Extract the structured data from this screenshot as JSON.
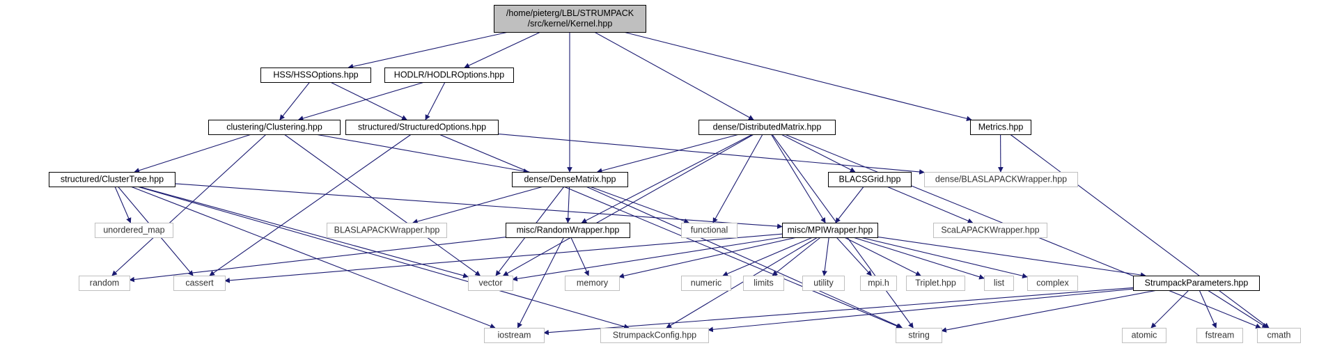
{
  "diagram": {
    "colors": {
      "root_fill": "#bfbfbf",
      "node_fill": "#ffffff",
      "node_stroke": "#000000",
      "external_stroke": "#bfbfbf",
      "edge": "#191970"
    },
    "nodes": [
      {
        "id": "kernel",
        "label_lines": [
          "/home/pieterg/LBL/STRUMPACK",
          "/src/kernel/Kernel.hpp"
        ],
        "kind": "root"
      },
      {
        "id": "hssoptions",
        "label_lines": [
          "HSS/HSSOptions.hpp"
        ],
        "kind": "doc"
      },
      {
        "id": "hodlroptions",
        "label_lines": [
          "HODLR/HODLROptions.hpp"
        ],
        "kind": "doc"
      },
      {
        "id": "distmatrix",
        "label_lines": [
          "dense/DistributedMatrix.hpp"
        ],
        "kind": "doc"
      },
      {
        "id": "metrics",
        "label_lines": [
          "Metrics.hpp"
        ],
        "kind": "doc"
      },
      {
        "id": "clustering",
        "label_lines": [
          "clustering/Clustering.hpp"
        ],
        "kind": "doc"
      },
      {
        "id": "structopts",
        "label_lines": [
          "structured/StructuredOptions.hpp"
        ],
        "kind": "doc"
      },
      {
        "id": "densematrix",
        "label_lines": [
          "dense/DenseMatrix.hpp"
        ],
        "kind": "doc"
      },
      {
        "id": "blacsgrid",
        "label_lines": [
          "BLACSGrid.hpp"
        ],
        "kind": "doc"
      },
      {
        "id": "denseblaslapack",
        "label_lines": [
          "dense/BLASLAPACKWrapper.hpp"
        ],
        "kind": "ext"
      },
      {
        "id": "clustertree",
        "label_lines": [
          "structured/ClusterTree.hpp"
        ],
        "kind": "doc"
      },
      {
        "id": "unordered_map",
        "label_lines": [
          "unordered_map"
        ],
        "kind": "ext"
      },
      {
        "id": "blaslapack",
        "label_lines": [
          "BLASLAPACKWrapper.hpp"
        ],
        "kind": "ext"
      },
      {
        "id": "randomwrapper",
        "label_lines": [
          "misc/RandomWrapper.hpp"
        ],
        "kind": "doc"
      },
      {
        "id": "functional",
        "label_lines": [
          "functional"
        ],
        "kind": "ext"
      },
      {
        "id": "mpiwrapper",
        "label_lines": [
          "misc/MPIWrapper.hpp"
        ],
        "kind": "doc"
      },
      {
        "id": "scalapack",
        "label_lines": [
          "ScaLAPACKWrapper.hpp"
        ],
        "kind": "ext"
      },
      {
        "id": "random",
        "label_lines": [
          "random"
        ],
        "kind": "ext"
      },
      {
        "id": "cassert",
        "label_lines": [
          "cassert"
        ],
        "kind": "ext"
      },
      {
        "id": "vector",
        "label_lines": [
          "vector"
        ],
        "kind": "ext"
      },
      {
        "id": "memory",
        "label_lines": [
          "memory"
        ],
        "kind": "ext"
      },
      {
        "id": "numeric",
        "label_lines": [
          "numeric"
        ],
        "kind": "ext"
      },
      {
        "id": "limits",
        "label_lines": [
          "limits"
        ],
        "kind": "ext"
      },
      {
        "id": "utility",
        "label_lines": [
          "utility"
        ],
        "kind": "ext"
      },
      {
        "id": "mpih",
        "label_lines": [
          "mpi.h"
        ],
        "kind": "ext"
      },
      {
        "id": "triplet",
        "label_lines": [
          "Triplet.hpp"
        ],
        "kind": "ext"
      },
      {
        "id": "list",
        "label_lines": [
          "list"
        ],
        "kind": "ext"
      },
      {
        "id": "complex",
        "label_lines": [
          "complex"
        ],
        "kind": "ext"
      },
      {
        "id": "strumpackparams",
        "label_lines": [
          "StrumpackParameters.hpp"
        ],
        "kind": "doc"
      },
      {
        "id": "iostream",
        "label_lines": [
          "iostream"
        ],
        "kind": "ext"
      },
      {
        "id": "strumpackconfig",
        "label_lines": [
          "StrumpackConfig.hpp"
        ],
        "kind": "ext"
      },
      {
        "id": "string",
        "label_lines": [
          "string"
        ],
        "kind": "ext"
      },
      {
        "id": "atomic",
        "label_lines": [
          "atomic"
        ],
        "kind": "ext"
      },
      {
        "id": "fstream",
        "label_lines": [
          "fstream"
        ],
        "kind": "ext"
      },
      {
        "id": "cmath",
        "label_lines": [
          "cmath"
        ],
        "kind": "ext"
      }
    ],
    "edges": [
      {
        "from": "kernel",
        "to": "hssoptions"
      },
      {
        "from": "kernel",
        "to": "hodlroptions"
      },
      {
        "from": "kernel",
        "to": "densematrix"
      },
      {
        "from": "kernel",
        "to": "distmatrix"
      },
      {
        "from": "kernel",
        "to": "metrics"
      },
      {
        "from": "hssoptions",
        "to": "clustering"
      },
      {
        "from": "hssoptions",
        "to": "structopts"
      },
      {
        "from": "hodlroptions",
        "to": "clustering"
      },
      {
        "from": "hodlroptions",
        "to": "structopts"
      },
      {
        "from": "clustering",
        "to": "clustertree"
      },
      {
        "from": "clustering",
        "to": "densematrix"
      },
      {
        "from": "clustering",
        "to": "random"
      },
      {
        "from": "clustering",
        "to": "vector"
      },
      {
        "from": "structopts",
        "to": "denseblaslapack"
      },
      {
        "from": "structopts",
        "to": "cassert"
      },
      {
        "from": "structopts",
        "to": "string"
      },
      {
        "from": "distmatrix",
        "to": "densematrix"
      },
      {
        "from": "distmatrix",
        "to": "blacsgrid"
      },
      {
        "from": "distmatrix",
        "to": "mpiwrapper"
      },
      {
        "from": "distmatrix",
        "to": "randomwrapper"
      },
      {
        "from": "distmatrix",
        "to": "functional"
      },
      {
        "from": "distmatrix",
        "to": "vector"
      },
      {
        "from": "distmatrix",
        "to": "string"
      },
      {
        "from": "distmatrix",
        "to": "cmath"
      },
      {
        "from": "metrics",
        "to": "denseblaslapack"
      },
      {
        "from": "metrics",
        "to": "cmath"
      },
      {
        "from": "densematrix",
        "to": "blaslapack"
      },
      {
        "from": "densematrix",
        "to": "randomwrapper"
      },
      {
        "from": "densematrix",
        "to": "functional"
      },
      {
        "from": "densematrix",
        "to": "vector"
      },
      {
        "from": "densematrix",
        "to": "string"
      },
      {
        "from": "blacsgrid",
        "to": "mpiwrapper"
      },
      {
        "from": "blacsgrid",
        "to": "scalapack"
      },
      {
        "from": "clustertree",
        "to": "unordered_map"
      },
      {
        "from": "clustertree",
        "to": "cassert"
      },
      {
        "from": "clustertree",
        "to": "vector"
      },
      {
        "from": "clustertree",
        "to": "mpiwrapper"
      },
      {
        "from": "clustertree",
        "to": "iostream"
      },
      {
        "from": "clustertree",
        "to": "strumpackconfig"
      },
      {
        "from": "randomwrapper",
        "to": "random"
      },
      {
        "from": "randomwrapper",
        "to": "memory"
      },
      {
        "from": "randomwrapper",
        "to": "iostream"
      },
      {
        "from": "mpiwrapper",
        "to": "cassert"
      },
      {
        "from": "mpiwrapper",
        "to": "vector"
      },
      {
        "from": "mpiwrapper",
        "to": "memory"
      },
      {
        "from": "mpiwrapper",
        "to": "numeric"
      },
      {
        "from": "mpiwrapper",
        "to": "limits"
      },
      {
        "from": "mpiwrapper",
        "to": "utility"
      },
      {
        "from": "mpiwrapper",
        "to": "mpih"
      },
      {
        "from": "mpiwrapper",
        "to": "triplet"
      },
      {
        "from": "mpiwrapper",
        "to": "list"
      },
      {
        "from": "mpiwrapper",
        "to": "complex"
      },
      {
        "from": "mpiwrapper",
        "to": "strumpackparams"
      },
      {
        "from": "mpiwrapper",
        "to": "strumpackconfig"
      },
      {
        "from": "strumpackparams",
        "to": "iostream"
      },
      {
        "from": "strumpackparams",
        "to": "strumpackconfig"
      },
      {
        "from": "strumpackparams",
        "to": "string"
      },
      {
        "from": "strumpackparams",
        "to": "atomic"
      },
      {
        "from": "strumpackparams",
        "to": "fstream"
      },
      {
        "from": "strumpackparams",
        "to": "cmath"
      }
    ]
  }
}
